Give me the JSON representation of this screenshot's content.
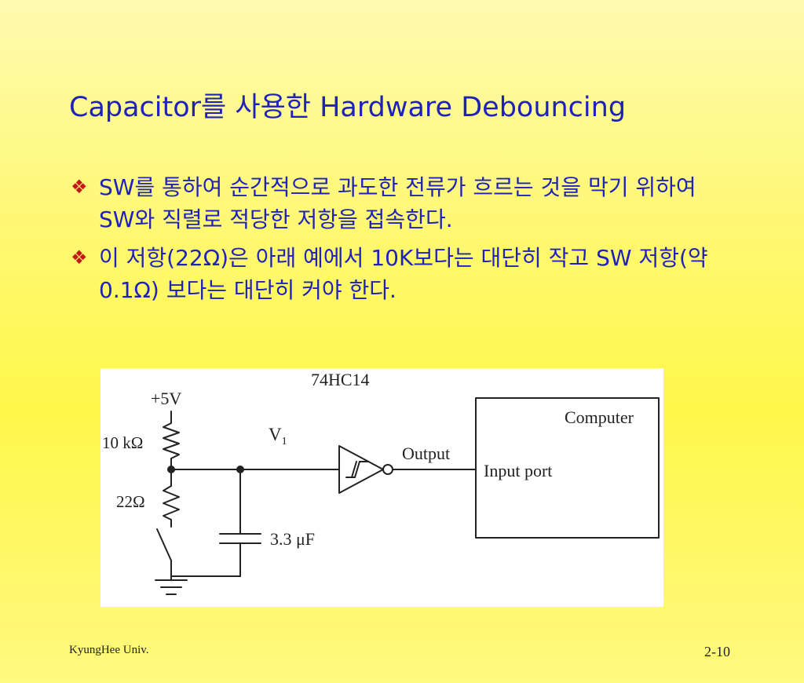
{
  "slide": {
    "title": "Capacitor를 사용한 Hardware Debouncing",
    "bullets": [
      {
        "marker": "❖",
        "text": "SW를 통하여 순간적으로 과도한 전류가 흐르는 것을 막기 위하여 SW와 직렬로 적당한 저항을 접속한다."
      },
      {
        "marker": "❖",
        "text": "이 저항(22Ω)은 아래 예에서 10K보다는 대단히 작고 SW 저항(약0.1Ω) 보다는 대단히 커야 한다."
      }
    ]
  },
  "diagram": {
    "chip_label": "74HC14",
    "supply_label": "+5V",
    "resistor1_label": "10 kΩ",
    "resistor2_label": "22Ω",
    "node_label_main": "V",
    "node_label_sub": "1",
    "capacitor_label": "3.3 μF",
    "output_label": "Output",
    "computer_label": "Computer",
    "input_port_label": "Input port"
  },
  "footer": {
    "left": "KyungHee Univ.",
    "right": "2-10"
  }
}
